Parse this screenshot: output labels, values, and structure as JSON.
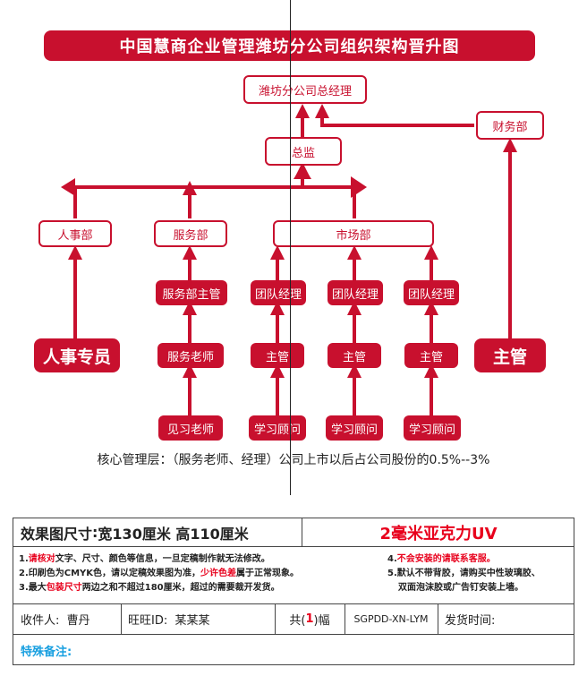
{
  "title": "中国慧商企业管理潍坊分公司组织架构晋升图",
  "nodes": {
    "gm": "潍坊分公司总经理",
    "finance": "财务部",
    "director": "总监",
    "hr": "人事部",
    "service": "服务部",
    "market": "市场部",
    "service_mgr": "服务部主管",
    "team_mgr_1": "团队经理",
    "team_mgr_2": "团队经理",
    "team_mgr_3": "团队经理",
    "hr_specialist": "人事专员",
    "service_teacher": "服务老师",
    "supervisor_1": "主管",
    "supervisor_2": "主管",
    "supervisor_3": "主管",
    "supervisor_fin": "主管",
    "trainee_teacher": "见习老师",
    "advisor_1": "学习顾问",
    "advisor_2": "学习顾问",
    "advisor_3": "学习顾问"
  },
  "core_note": "核心管理层：（服务老师、经理）公司上市以后占公司股份的0.5%--3%",
  "colors": {
    "brand_red": "#c8102e",
    "text_red": "#e8001c",
    "note_blue": "#1aa0e0"
  },
  "form": {
    "size_label": "效果图尺寸",
    "size_colon": ":",
    "size_value": "宽130厘米  高110厘米",
    "material": "2毫米亚克力UV",
    "notes_left": {
      "n1_a": "1.",
      "n1_b": "请核对",
      "n1_c": "文字、尺寸、颜色等信息，一旦定稿制作就无法修改。",
      "n2_a": "2.印刷色为CMYK色，请以定稿效果图为准，",
      "n2_b": "少许色差",
      "n2_c": "属于正常现象。",
      "n3_a": "3.最大",
      "n3_b": "包装尺寸",
      "n3_c": "两边之和不超过180厘米，超过的需要裁开发货。"
    },
    "notes_right": {
      "n4_a": "4.",
      "n4_b": "不会安装的请联系客服。",
      "n5_a": "5.默认不带背胶，请购买中性玻璃胶、",
      "n5_b": "双面泡沫胶或广告钉安装上墙。"
    },
    "receiver_label": "收件人:",
    "receiver_value": "曹丹",
    "wangwang_label": "旺旺ID:",
    "wangwang_value": "某某某",
    "sheets_prefix": "共(",
    "sheets_count": "1",
    "sheets_suffix": ")幅",
    "order_code": "SGPDD-XN-LYM",
    "ship_time_label": "发货时间:",
    "special_note_label": "特殊备注:"
  }
}
